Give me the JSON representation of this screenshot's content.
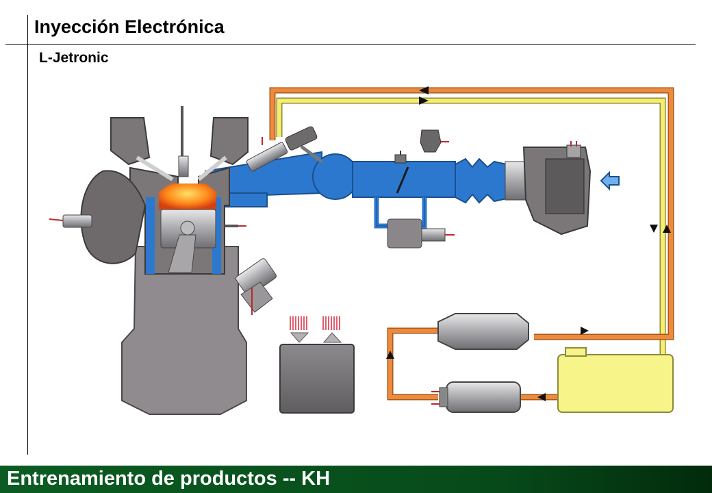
{
  "header": {
    "title": "Inyección Electrónica",
    "subtitle": "L-Jetronic"
  },
  "footer": {
    "text": "Entrenamiento de productos -- KH"
  },
  "colors": {
    "intake_blue": "#2c78cf",
    "fuel_supply_orange": "#ee8a3c",
    "fuel_return_yellow": "#f5ee6e",
    "engine_gray": "#7b7779",
    "tank_yellow": "#f7f48a",
    "footer_green": "#0b5c22"
  },
  "diagram": {
    "components": [
      "engine-block",
      "cylinder-head",
      "piston",
      "combustion-chamber",
      "spark-plug",
      "exhaust-manifold",
      "intake-manifold",
      "cold-start-valve",
      "fuel-injector",
      "throttle-body",
      "throttle-valve-switch",
      "auxiliary-air-valve",
      "air-flow-sensor",
      "temperature-sensor",
      "ignition-distributor",
      "ecu",
      "fuel-filter",
      "fuel-pump",
      "fuel-tank",
      "pressure-regulator",
      "air-inlet-arrow"
    ]
  }
}
